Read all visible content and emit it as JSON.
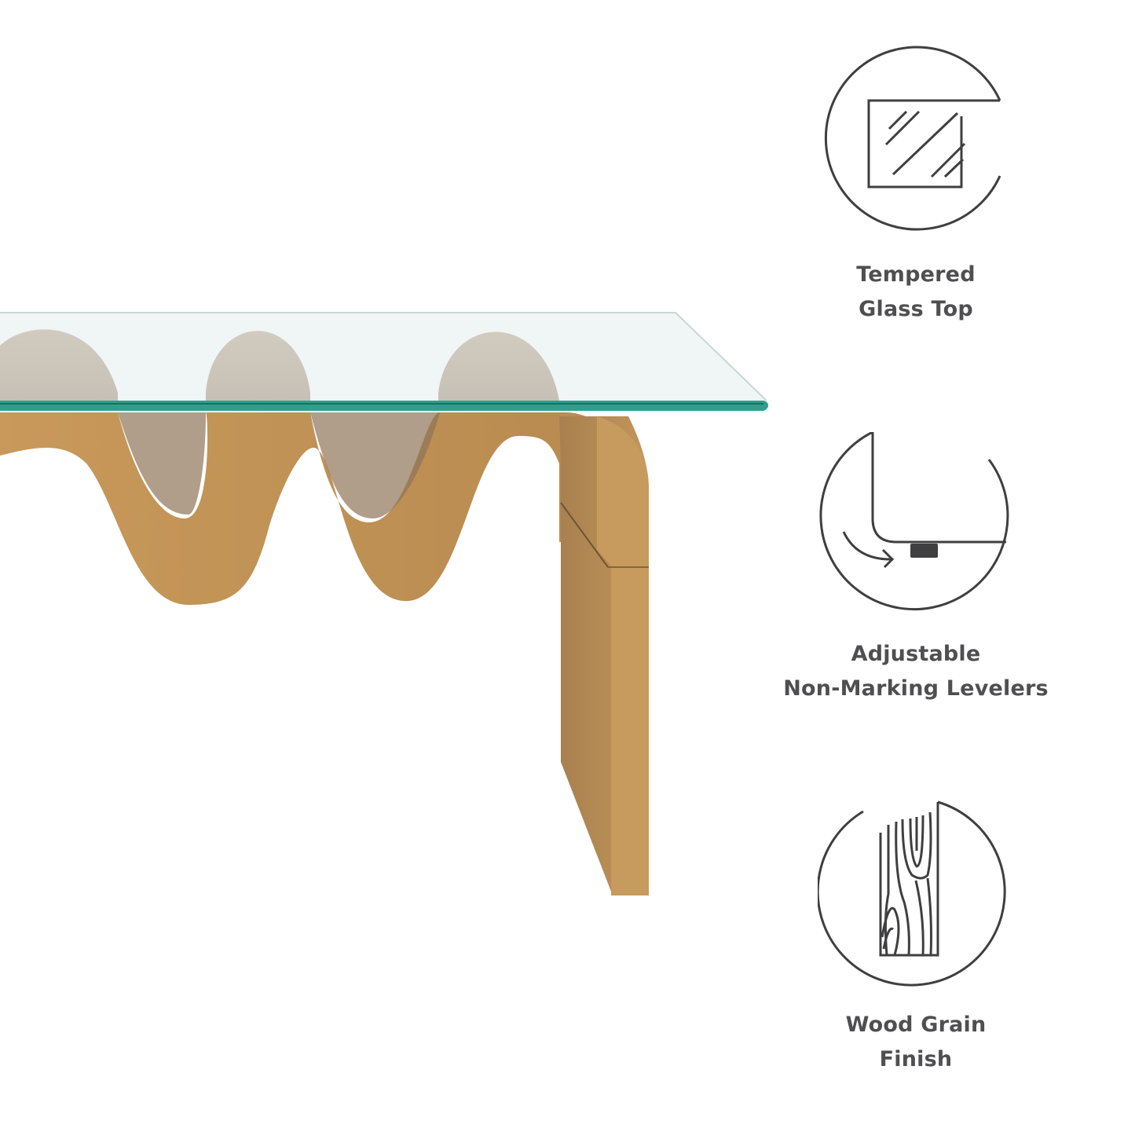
{
  "product": {
    "name": "wave-base-console-table",
    "glass_top_color": "#e6eef0",
    "glass_edge_color": "#2a9a8a",
    "wood_color": "#c69a5e",
    "wood_shadow_color": "#9a7a55"
  },
  "features": [
    {
      "icon": "tempered-glass-icon",
      "line1": "Tempered",
      "line2": "Glass Top"
    },
    {
      "icon": "leveler-icon",
      "line1": "Adjustable",
      "line2": "Non-Marking Levelers"
    },
    {
      "icon": "wood-grain-icon",
      "line1": "Wood Grain",
      "line2": "Finish"
    }
  ],
  "colors": {
    "icon_stroke": "#3f3f41",
    "label_text": "#4f4f51",
    "background": "#ffffff"
  }
}
